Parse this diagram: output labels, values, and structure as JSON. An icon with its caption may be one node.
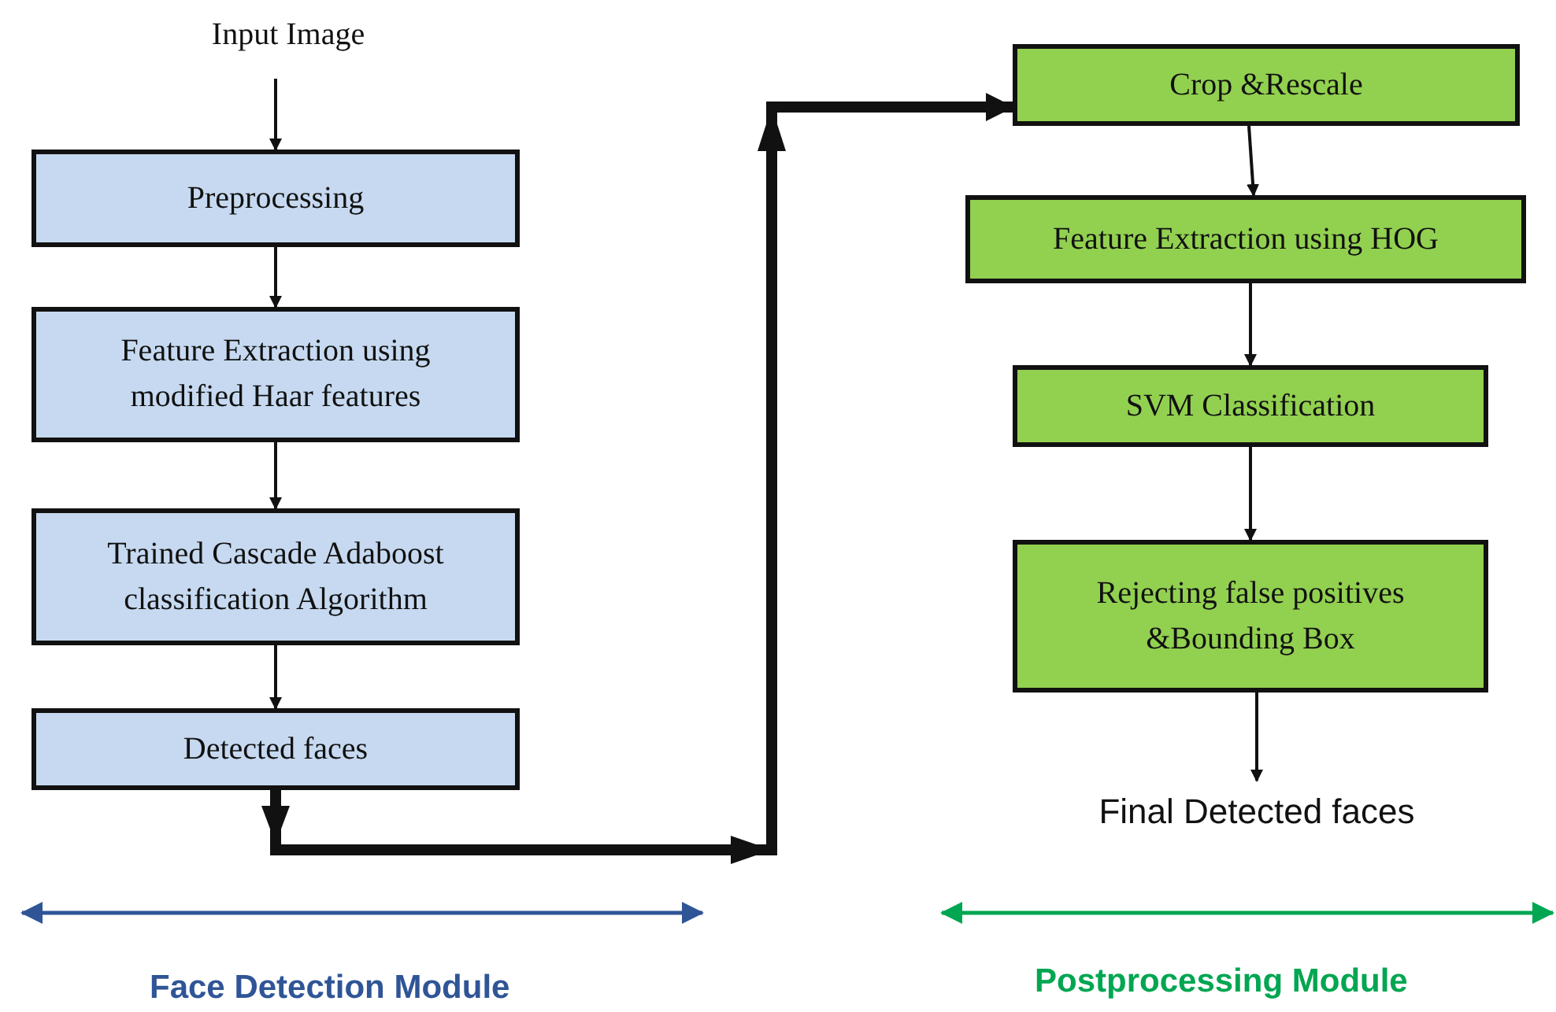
{
  "diagram": {
    "nodes": [
      {
        "text": [
          "Input Image"
        ]
      },
      {
        "text": [
          "Preprocessing"
        ]
      },
      {
        "text": [
          "Feature Extraction using modified Haar features"
        ]
      },
      {
        "text": [
          "Trained Cascade Adaboost classification Algorithm"
        ]
      },
      {
        "text": [
          "Detected faces"
        ]
      },
      {
        "text": [
          "Crop &Rescale"
        ]
      },
      {
        "text": [
          "Feature Extraction using HOG"
        ]
      },
      {
        "text": [
          "SVM Classification"
        ]
      },
      {
        "text": [
          "Rejecting false positives &Bounding Box"
        ]
      },
      {
        "text": [
          "Final Detected faces"
        ]
      }
    ],
    "edges": [
      {
        "from": 0,
        "to": 1,
        "arrow": "to"
      },
      {
        "from": 1,
        "to": 2,
        "arrow": "to"
      },
      {
        "from": 2,
        "to": 3,
        "arrow": "to"
      },
      {
        "from": 3,
        "to": 4,
        "arrow": "to"
      },
      {
        "from": 4,
        "to": 5,
        "arrow": "to",
        "style": "thick"
      },
      {
        "from": 5,
        "to": 6,
        "arrow": "to"
      },
      {
        "from": 6,
        "to": 7,
        "arrow": "to"
      },
      {
        "from": 7,
        "to": 8,
        "arrow": "to"
      },
      {
        "from": 8,
        "to": 9,
        "arrow": "to"
      }
    ],
    "labels": [
      "Face Detection Module",
      "Postprocessing Module"
    ]
  }
}
